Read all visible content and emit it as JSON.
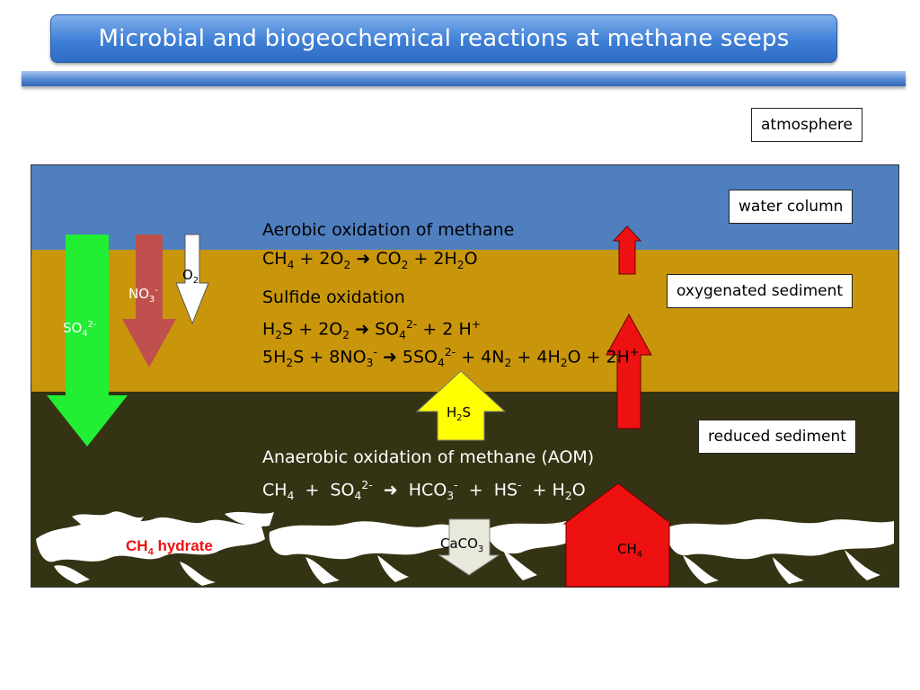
{
  "title": "Microbial and biogeochemical reactions at methane seeps",
  "layers": {
    "atmosphere": "atmosphere",
    "water_column": "water column",
    "oxygenated_sediment": "oxygenated sediment",
    "reduced_sediment": "reduced sediment"
  },
  "colors": {
    "water": "#4f7fbf",
    "oxygenated": "#c9960b",
    "reduced": "#343414",
    "title_bar": "#3f7fd6"
  },
  "reactions": {
    "aerobic_title": "Aerobic oxidation of methane",
    "sulfide_title": "Sulfide oxidation",
    "aom_title": "Anaerobic oxidation of methane (AOM)"
  },
  "arrows": {
    "so4": "SO",
    "no3": "NO",
    "o2": "O",
    "h2s": "H",
    "caco3": "CaCO",
    "ch4": "CH",
    "hydrate": "CH"
  },
  "hydrate_suffix": " hydrate"
}
